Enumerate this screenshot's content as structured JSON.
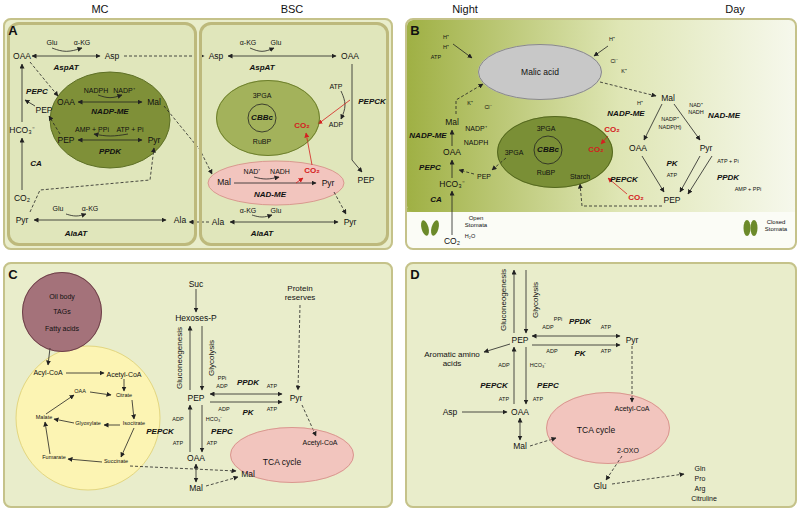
{
  "diagram": {
    "nodes": [
      {
        "text": [
          "A"
        ]
      },
      {
        "text": [
          "MC"
        ],
        "in": 0
      },
      {
        "text": [
          "BSC"
        ],
        "in": 0
      },
      {
        "text": [
          "CBBc"
        ],
        "in": 2
      },
      {
        "text": [
          "B"
        ]
      },
      {
        "text": [
          "Malic acid"
        ],
        "in": 4
      },
      {
        "text": [
          "CBBc"
        ],
        "in": 4
      },
      {
        "text": [
          "C"
        ]
      },
      {
        "text": [
          "Oil body",
          "TAGs",
          "Fatty acids"
        ],
        "in": 7
      },
      {
        "text": [
          "TCA cycle"
        ],
        "in": 7
      },
      {
        "text": [
          "D"
        ]
      },
      {
        "text": [
          "TCA cycle"
        ],
        "in": 10
      }
    ],
    "labels": [
      "OAA",
      "Glu",
      "α-KG",
      "AspAT",
      "Asp",
      "PEPC",
      "HCO₃⁻",
      "CA",
      "CO₂",
      "PEP",
      "OAA",
      "NADPH",
      "NADP⁺",
      "Mal",
      "NADP-ME",
      "PEP",
      "AMP + PPi",
      "ATP + Pi",
      "Pyr",
      "PPDK",
      "Pyr",
      "Glu",
      "α-KG",
      "AlaAT",
      "Ala",
      "Asp",
      "α-KG",
      "Glu",
      "AspAT",
      "OAA",
      "ATP",
      "ADP",
      "PEPCK",
      "PEP",
      "3PGA",
      "RuBP",
      "CO₂",
      "Mal",
      "NAD⁺",
      "NADH",
      "CO₂",
      "NAD-ME",
      "Pyr",
      "Ala",
      "α-KG",
      "Glu",
      "AlaAT",
      "Pyr",
      "Night",
      "Day",
      "H⁺",
      "H⁺",
      "ATP",
      "K⁺",
      "Cl⁻",
      "Cl⁻",
      "K⁺",
      "H⁺",
      "H⁺",
      "Mal",
      "NADP⁺",
      "NADPH",
      "NADP-ME",
      "OAA",
      "PEPC",
      "HCO₃⁻",
      "CA",
      "CO₂",
      "Open Stomata",
      "H₂O",
      "3PGA",
      "RuBP",
      "CO₂",
      "3PGA",
      "Starch",
      "PEP",
      "Mal",
      "NADP-ME",
      "NADP⁺",
      "NADP(H)",
      "CO₂",
      "NAD-ME",
      "NAD⁺",
      "NADH",
      "OAA",
      "Pyr",
      "PK",
      "ATP",
      "PEPCK",
      "PPDK",
      "ATP + Pi",
      "AMP + PPi",
      "CO₂",
      "PEP",
      "Closed Stomata",
      "Acyl-CoA",
      "Acetyl-CoA",
      "OAA",
      "Citrate",
      "Malate",
      "Glyoxylate",
      "Isocitrate",
      "Fumarate",
      "Succinate",
      "Suc",
      "Hexoses-P",
      "Gluconeogenesis",
      "Glycolysis",
      "PEP",
      "Protein reserves",
      "PPi",
      "ADP",
      "PPDK",
      "ATP",
      "ADP",
      "PK",
      "ATP",
      "Pyr",
      "PEPCK",
      "ADP",
      "ATP",
      "HCO₃⁻",
      "PEPC",
      "ATP",
      "OAA",
      "Mal",
      "Acetyl-CoA",
      "Mal",
      "Gluconeogenesis",
      "Glycolysis",
      "PEP",
      "Aromatic amino acids",
      "ADP",
      "PPi",
      "PPDK",
      "ATP",
      "ADP",
      "PK",
      "ATP",
      "Pyr",
      "ADP",
      "PEPCK",
      "ATP",
      "HCO₃⁻",
      "PEPC",
      "ATP",
      "Asp",
      "OAA",
      "Mal",
      "Acetyl-CoA",
      "2-OXO",
      "Glu",
      "Gln",
      "Pro",
      "Arg",
      "Citruline"
    ]
  }
}
